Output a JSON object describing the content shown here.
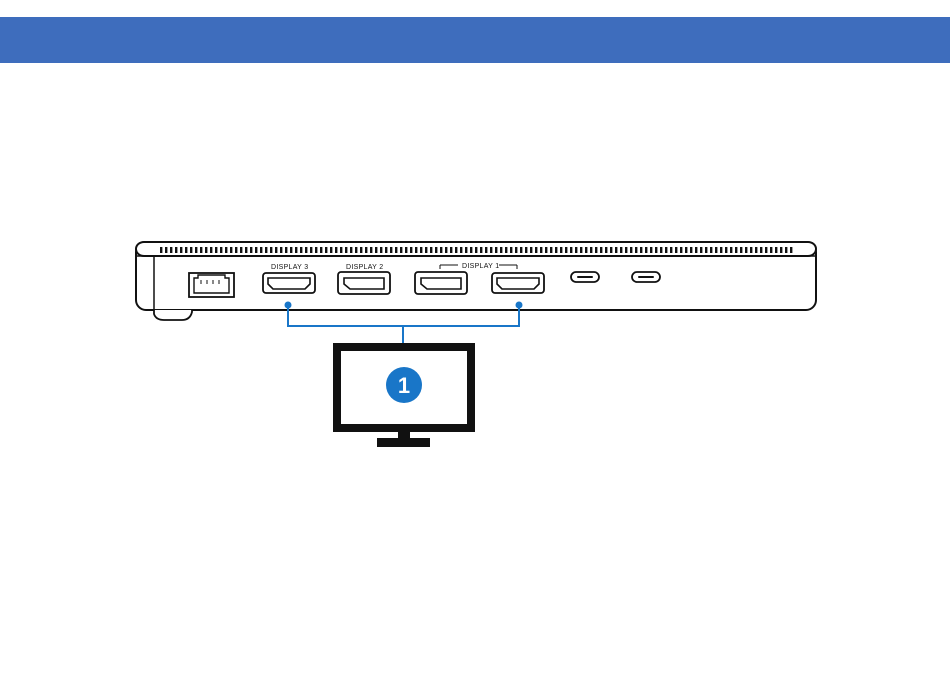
{
  "header": {
    "background_color": "#3e6dbd"
  },
  "dock": {
    "ports": [
      {
        "id": "ethernet",
        "icon": "ethernet-port-icon"
      },
      {
        "id": "hdmi-3",
        "icon": "hdmi-port-icon",
        "label": "DISPLAY 3"
      },
      {
        "id": "dp-2",
        "icon": "displayport-icon",
        "label": "DISPLAY 2"
      },
      {
        "id": "dp-1",
        "icon": "displayport-icon"
      },
      {
        "id": "hdmi-1",
        "icon": "hdmi-port-icon"
      },
      {
        "id": "usbc-1",
        "icon": "usb-c-port-icon"
      },
      {
        "id": "usbc-2",
        "icon": "usb-c-port-icon"
      }
    ],
    "group_label": "DISPLAY 1"
  },
  "callout": {
    "number": "1",
    "color": "#1976c8",
    "monitor_icon": "monitor-icon"
  }
}
